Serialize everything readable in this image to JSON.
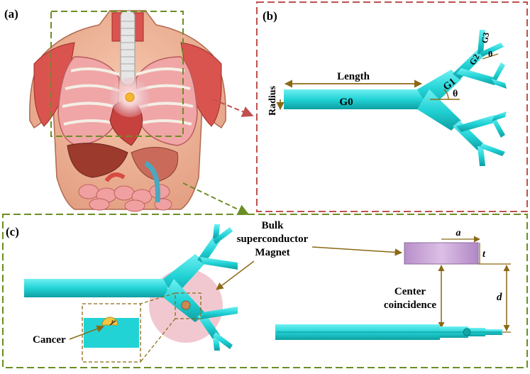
{
  "panels": {
    "a": {
      "label": "(a)"
    },
    "b": {
      "label": "(b)",
      "length_label": "Length",
      "radius_label": "Radius",
      "g0": "G0",
      "g1": "G1",
      "g2": "G2",
      "g3": "G3",
      "theta1": "θ",
      "theta2": "θ"
    },
    "c": {
      "label": "(c)",
      "magnet_line1": "Bulk",
      "magnet_line2": "superconductor",
      "magnet_line3": "Magnet",
      "cancer_label": "Cancer",
      "r_label": "r",
      "a_label": "a",
      "t_label": "t",
      "d_label": "d",
      "center_line1": "Center",
      "center_line2": "coincidence"
    }
  },
  "colors": {
    "airway": "#22d3d6",
    "airway_dark": "#0fa6a8",
    "panel_b_border": "#c0504d",
    "panel_green_border": "#6b8e23",
    "magnet": "#c9a0d8",
    "field": "#e9a4b0",
    "tumor": "#f5c542",
    "arrow": "#8b6914"
  }
}
